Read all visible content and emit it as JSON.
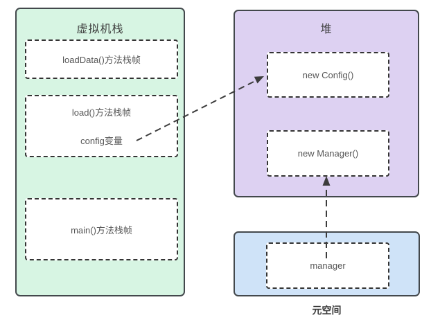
{
  "panels": {
    "vm_stack": {
      "title": "虚拟机栈",
      "fill": "#d7f5e3",
      "frames": [
        {
          "label": "loadData()方法栈帧"
        },
        {
          "label": "load()方法栈帧",
          "variable": "config变量"
        },
        {
          "label": "main()方法栈帧"
        }
      ]
    },
    "heap": {
      "title": "堆",
      "fill": "#ddd1f2",
      "objects": [
        {
          "label": "new Config()"
        },
        {
          "label": "new Manager()"
        }
      ]
    },
    "metaspace": {
      "title": "元空间",
      "fill": "#cfe3f8",
      "objects": [
        {
          "label": "manager"
        }
      ]
    }
  },
  "arrows": [
    {
      "id": "config-variable-to-new-config",
      "from": "config变量",
      "to": "new Config()",
      "style": "dashed"
    },
    {
      "id": "manager-to-new-manager",
      "from": "manager",
      "to": "new Manager()",
      "style": "dashed"
    }
  ],
  "colors": {
    "background": "#ffffff",
    "panel_border": "#43484c",
    "box_border": "#333333",
    "title_text": "#3d3d3d",
    "label_text": "#565656",
    "arrow": "#3c3c3c"
  }
}
